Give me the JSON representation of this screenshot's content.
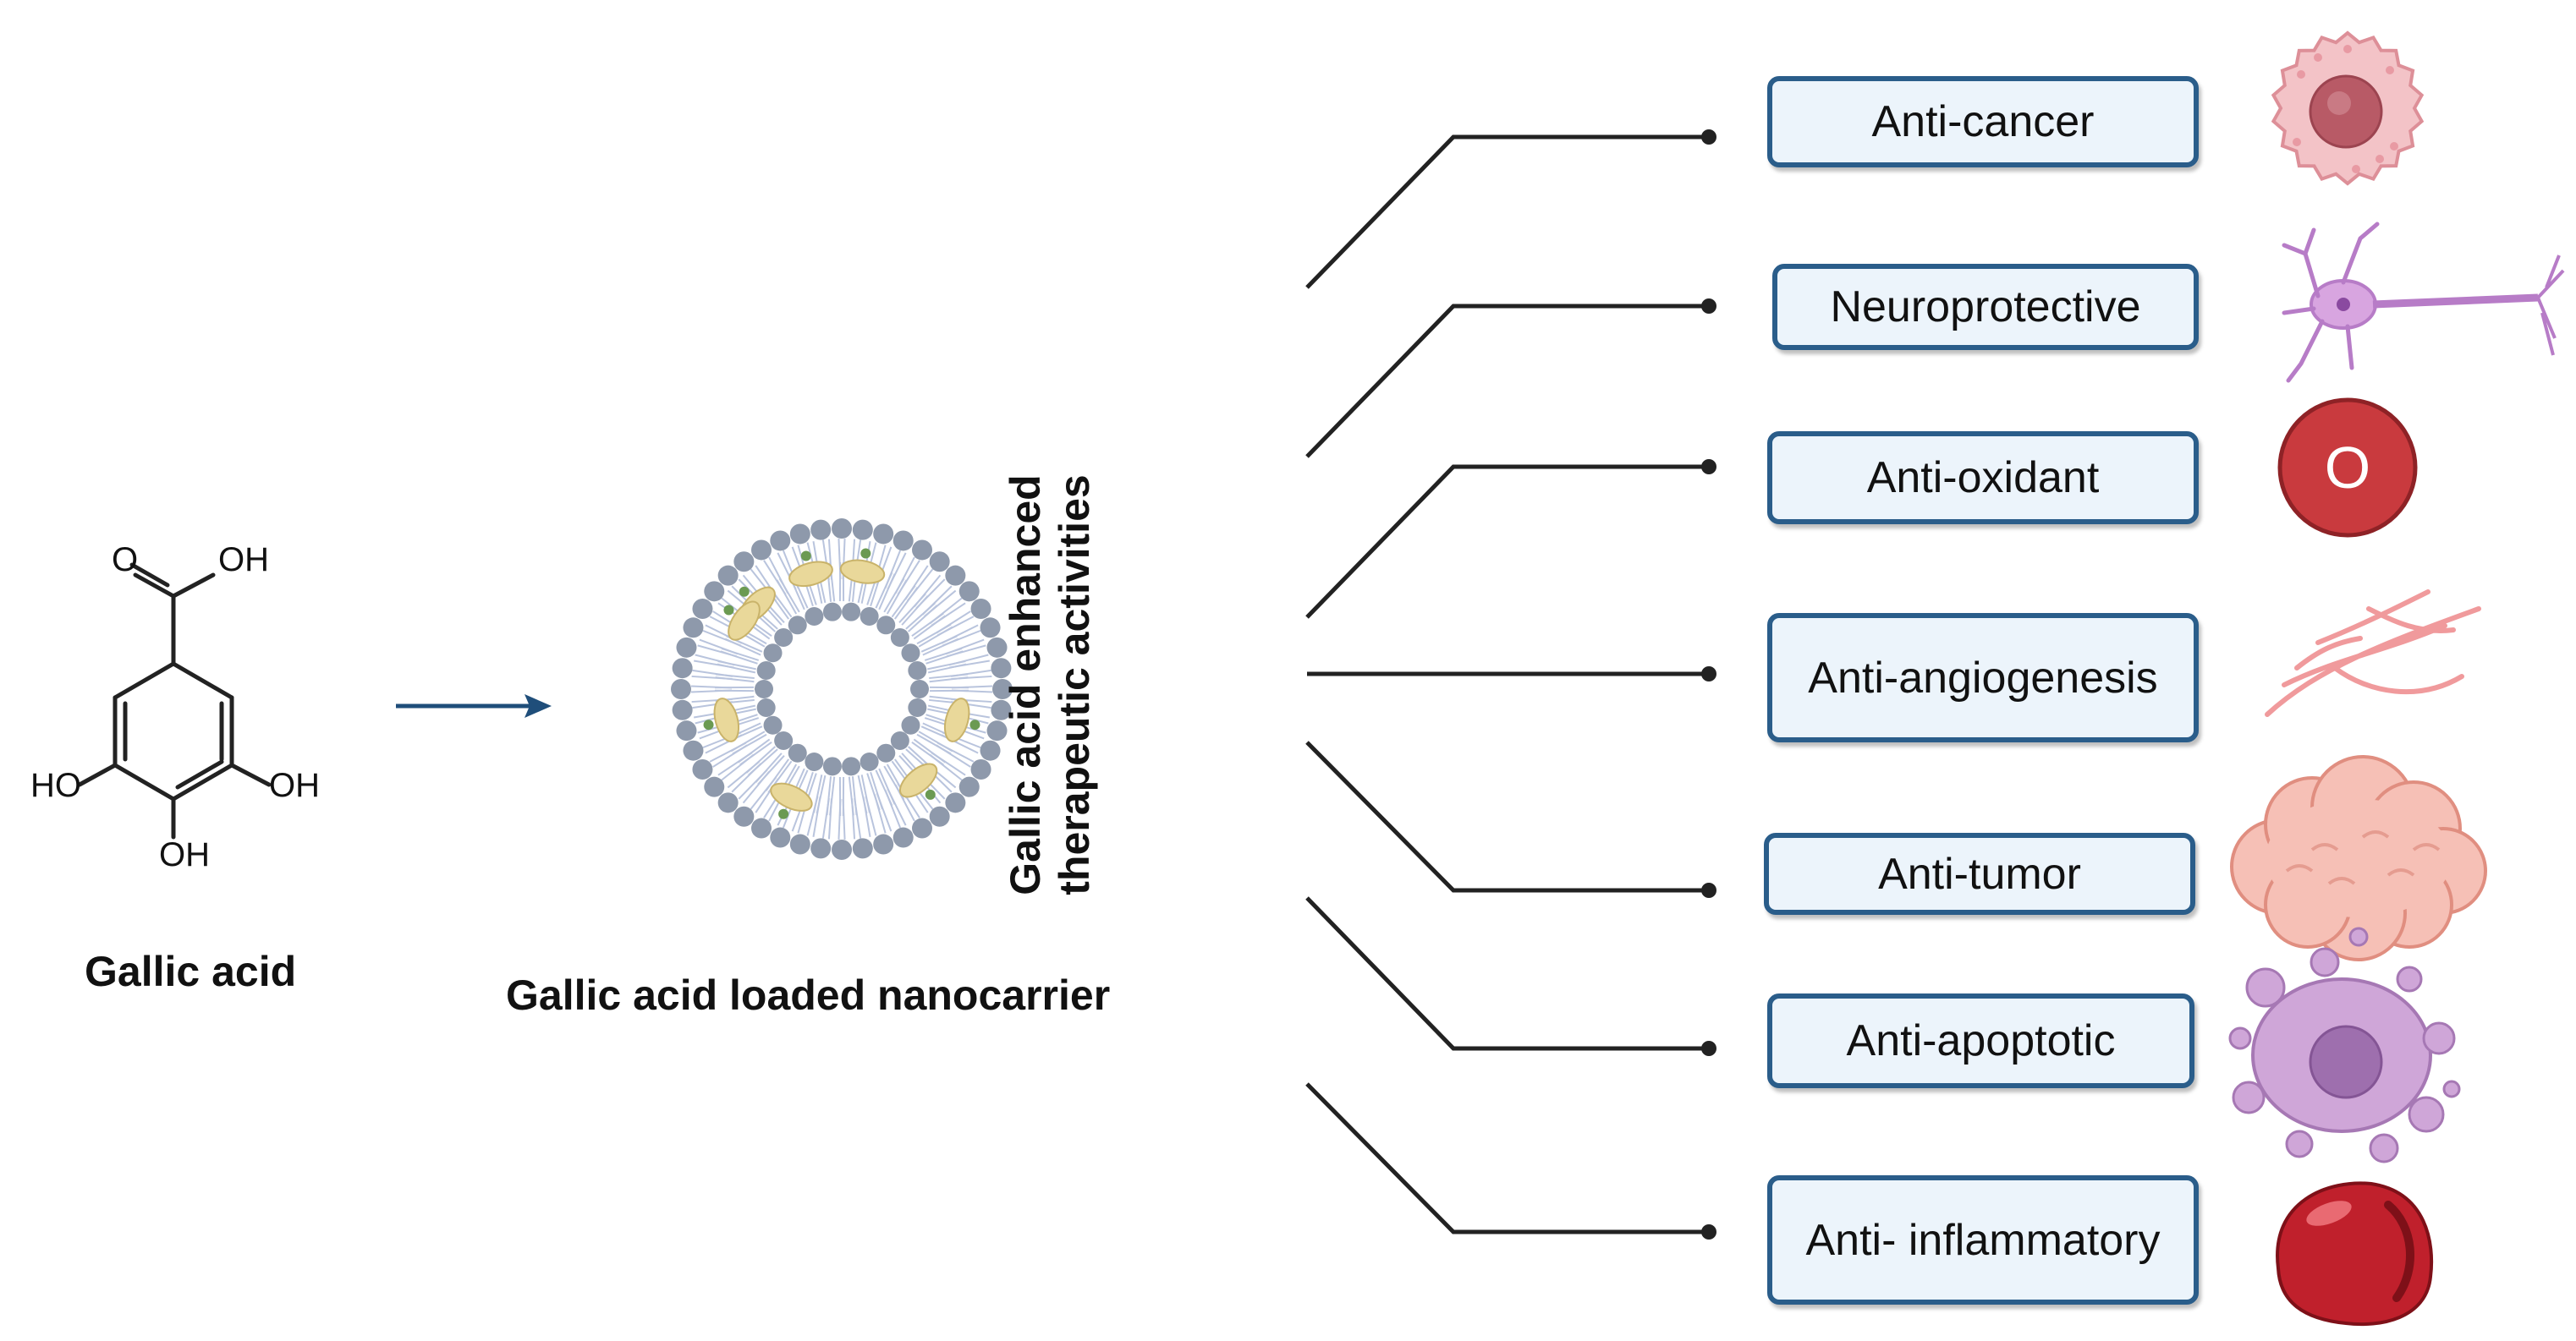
{
  "molecule": {
    "label": "Gallic acid",
    "atoms": {
      "o1": "O",
      "oh1": "OH",
      "ho": "HO",
      "oh2": "OH",
      "oh3": "OH"
    }
  },
  "nanocarrier": {
    "label": "Gallic acid loaded nanocarrier"
  },
  "branch": {
    "label_line1": "Gallic acid enhanced",
    "label_line2": "therapeutic activities"
  },
  "activities": [
    {
      "label": "Anti-cancer",
      "icon": "cancer-cell-icon"
    },
    {
      "label": "Neuroprotective",
      "icon": "neuron-icon"
    },
    {
      "label": "Anti-oxidant",
      "icon": "oxygen-icon",
      "icon_text": "O"
    },
    {
      "label": "Anti-angiogenesis",
      "icon": "blood-vessel-icon"
    },
    {
      "label": "Anti-tumor",
      "icon": "tumor-icon"
    },
    {
      "label": "Anti-apoptotic",
      "icon": "apoptotic-cell-icon"
    },
    {
      "label": "Anti- inflammatory",
      "icon": "blood-cell-icon"
    }
  ],
  "colors": {
    "box_border": "#2a5d8a",
    "box_fill": "#ecf4fb",
    "arrow": "#1f4e7a",
    "lipid_head": "#8e99ab"
  }
}
